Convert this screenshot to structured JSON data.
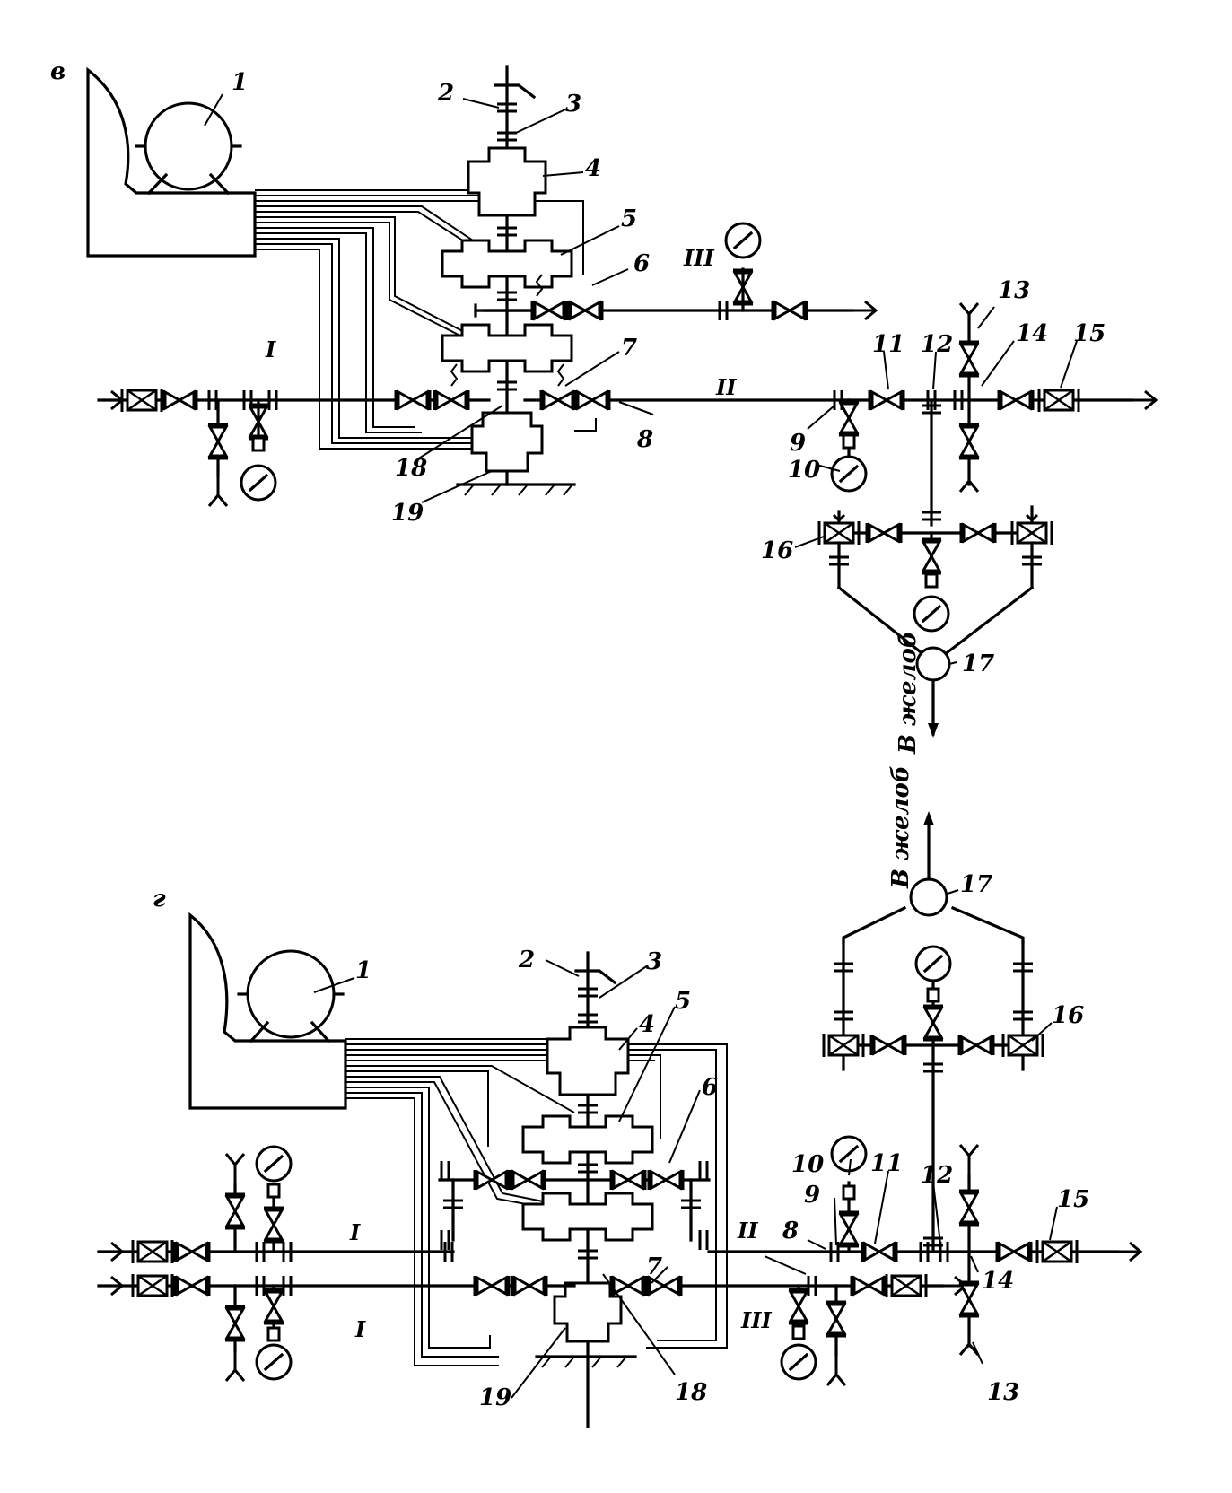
{
  "diagram": {
    "top": {
      "panel_label": "в",
      "callouts": [
        "1",
        "2",
        "3",
        "4",
        "5",
        "6",
        "7",
        "8",
        "9",
        "10",
        "11",
        "12",
        "13",
        "14",
        "15",
        "16",
        "17",
        "18",
        "19"
      ],
      "lines": [
        "I",
        "II",
        "III"
      ],
      "outlet_label": "В желоб"
    },
    "bottom": {
      "panel_label": "г",
      "callouts": [
        "1",
        "2",
        "3",
        "4",
        "5",
        "6",
        "7",
        "8",
        "9",
        "10",
        "11",
        "12",
        "13",
        "14",
        "15",
        "16",
        "17",
        "18",
        "19"
      ],
      "lines": [
        "I",
        "I",
        "II",
        "III"
      ],
      "outlet_label": "В желоб"
    }
  }
}
